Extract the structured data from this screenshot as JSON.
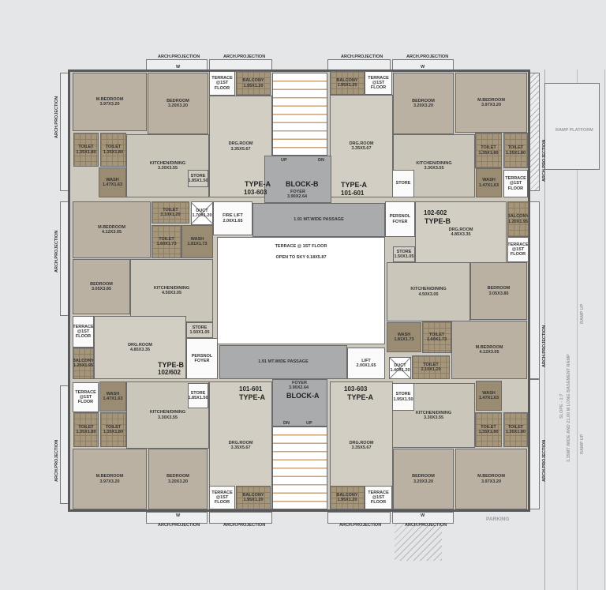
{
  "colors": {
    "bedroom": "#bab1a3",
    "living": "#d2cec3",
    "toilet_tile": "#a5957b",
    "foyer": "#a9abad",
    "terrace": "#fbfbfb",
    "wall": "#5a5a5a",
    "background": "#e4e6e8"
  },
  "projections": {
    "arch": "ARCH.PROJECTION",
    "window": "W"
  },
  "site": {
    "ramp_platform": "RAMP PLATFORM",
    "ramp_up": "RAMP UP",
    "slope": "SLOPE - 1:7",
    "ramp_desc": "3.35MT WIDE AND 21.00 M LONG BASEMENT RAMP",
    "parking": "PARKING"
  },
  "blocks": {
    "b": {
      "name": "BLOCK-B",
      "foyer": "FOYER",
      "foyer_size": "3.90X2.64",
      "up": "UP",
      "dn": "DN"
    },
    "a": {
      "name": "BLOCK-A",
      "foyer": "FOYER",
      "foyer_size": "3.90X2.64",
      "up": "UP",
      "dn": "DN"
    }
  },
  "units": [
    {
      "type": "TYPE-A",
      "number": "103-603"
    },
    {
      "type": "TYPE-A",
      "number": "101-601"
    },
    {
      "type": "TYPE-B",
      "number": "102/602"
    },
    {
      "type": "TYPE-B",
      "number": "102-602"
    },
    {
      "type": "TYPE-A",
      "number": "101-601"
    },
    {
      "type": "TYPE-A",
      "number": "103-603"
    }
  ],
  "rooms": [
    {
      "name": "M.BEDROOM",
      "size": "3.97X3.20",
      "kind": "bed"
    },
    {
      "name": "BEDROOM",
      "size": "3.20X3.20",
      "kind": "bed"
    },
    {
      "name": "TERRACE @1ST FLOOR",
      "size": "",
      "kind": "white"
    },
    {
      "name": "BALCONY",
      "size": "1.95X1.20",
      "kind": "tile"
    },
    {
      "name": "DRG.ROOM",
      "size": "3.35X5.67",
      "kind": "light"
    },
    {
      "name": "TOILET",
      "size": "1.35X1.80",
      "kind": "tile"
    },
    {
      "name": "TOILET",
      "size": "1.35X1.80",
      "kind": "tile"
    },
    {
      "name": "WASH",
      "size": "1.47X1.63",
      "kind": "wash"
    },
    {
      "name": "KITCHEN/DINING",
      "size": "3.30X3.55",
      "kind": "kitchen"
    },
    {
      "name": "STORE",
      "size": "1.85X1.50",
      "kind": "light"
    },
    {
      "name": "BALCONY",
      "size": "1.95X1.20",
      "kind": "tile"
    },
    {
      "name": "TERRACE @1ST FLOOR",
      "size": "",
      "kind": "white"
    },
    {
      "name": "BEDROOM",
      "size": "3.20X3.20",
      "kind": "bed"
    },
    {
      "name": "M.BEDROOM",
      "size": "3.97X3.20",
      "kind": "bed"
    },
    {
      "name": "DRG.ROOM",
      "size": "3.35X5.67",
      "kind": "light"
    },
    {
      "name": "TOILET",
      "size": "1.35X1.80",
      "kind": "tile"
    },
    {
      "name": "TOILET",
      "size": "1.35X1.80",
      "kind": "tile"
    },
    {
      "name": "WASH",
      "size": "1.47X1.63",
      "kind": "wash"
    },
    {
      "name": "TERRACE @1ST FLOOR",
      "size": "",
      "kind": "white"
    },
    {
      "name": "KITCHEN/DINING",
      "size": "3.30X3.55",
      "kind": "kitchen"
    },
    {
      "name": "STORE",
      "size": "",
      "kind": "white"
    },
    {
      "name": "M.BEDROOM",
      "size": "4.12X3.05",
      "kind": "bed"
    },
    {
      "name": "TOILET",
      "size": "2.10X1.20",
      "kind": "tile"
    },
    {
      "name": "DUCT",
      "size": "1.70X1.20",
      "kind": "duct"
    },
    {
      "name": "TOILET",
      "size": "1.60X1.73",
      "kind": "tile"
    },
    {
      "name": "WASH",
      "size": "1.81X1.73",
      "kind": "wash"
    },
    {
      "name": "FIRE LIFT",
      "size": "2.00X1.65",
      "kind": "white"
    },
    {
      "name": "BEDROOM",
      "size": "3.05X3.85",
      "kind": "bed"
    },
    {
      "name": "KITCHEN/DINING",
      "size": "4.50X3.05",
      "kind": "kitchen"
    },
    {
      "name": "TERRACE @1ST FLOOR",
      "size": "",
      "kind": "white"
    },
    {
      "name": "BALCONY",
      "size": "1.20X1.95",
      "kind": "tile"
    },
    {
      "name": "DRG.ROOM",
      "size": "4.85X3.35",
      "kind": "light"
    },
    {
      "name": "STORE",
      "size": "1.50X1.05",
      "kind": "light"
    },
    {
      "name": "PERSNOL FOYER",
      "size": "",
      "kind": "white"
    },
    {
      "name": "1.91 MT.WIDE PASSAGE",
      "size": "",
      "kind": "gray"
    },
    {
      "name": "TERRACE @ 1ST FLOOR",
      "size": "OPEN TO SKY 9.18X5.87",
      "kind": "sky"
    },
    {
      "name": "1.91 MT.WIDE PASSAGE",
      "size": "",
      "kind": "gray"
    },
    {
      "name": "LIFT",
      "size": "2.00X1.65",
      "kind": "white"
    },
    {
      "name": "PERSNOL FOYER",
      "size": "",
      "kind": "white"
    },
    {
      "name": "DRG.ROOM",
      "size": "4.85X3.35",
      "kind": "light"
    },
    {
      "name": "BALCONY",
      "size": "1.20X1.95",
      "kind": "tile"
    },
    {
      "name": "TERRACE @1ST FLOOR",
      "size": "",
      "kind": "white"
    },
    {
      "name": "STORE",
      "size": "1.50X1.05",
      "kind": "light"
    },
    {
      "name": "KITCHEN/DINING",
      "size": "4.50X3.05",
      "kind": "kitchen"
    },
    {
      "name": "BEDROOM",
      "size": "3.05X3.85",
      "kind": "bed"
    },
    {
      "name": "WASH",
      "size": "1.81X1.73",
      "kind": "wash"
    },
    {
      "name": "TOILET",
      "size": "1.60X1.73",
      "kind": "tile"
    },
    {
      "name": "M.BEDROOM",
      "size": "4.12X3.05",
      "kind": "bed"
    },
    {
      "name": "DUCT",
      "size": "1.40X1.20",
      "kind": "duct"
    },
    {
      "name": "TOILET",
      "size": "2.10X1.20",
      "kind": "tile"
    },
    {
      "name": "TERRACE @1ST FLOOR",
      "size": "",
      "kind": "white"
    },
    {
      "name": "WASH",
      "size": "1.47X1.63",
      "kind": "wash"
    },
    {
      "name": "TOILET",
      "size": "1.35X1.80",
      "kind": "tile"
    },
    {
      "name": "TOILET",
      "size": "1.35X1.80",
      "kind": "tile"
    },
    {
      "name": "KITCHEN/DINING",
      "size": "3.30X3.55",
      "kind": "kitchen"
    },
    {
      "name": "STORE",
      "size": "1.85X1.50",
      "kind": "white"
    },
    {
      "name": "DRG.ROOM",
      "size": "3.35X5.67",
      "kind": "light"
    },
    {
      "name": "M.BEDROOM",
      "size": "3.97X3.20",
      "kind": "bed"
    },
    {
      "name": "BEDROOM",
      "size": "3.20X3.20",
      "kind": "bed"
    },
    {
      "name": "TERRACE @1ST FLOOR",
      "size": "",
      "kind": "white"
    },
    {
      "name": "BALCONY",
      "size": "1.95X1.20",
      "kind": "tile"
    },
    {
      "name": "DRG.ROOM",
      "size": "3.35X5.67",
      "kind": "light"
    },
    {
      "name": "BALCONY",
      "size": "1.95X1.20",
      "kind": "tile"
    },
    {
      "name": "TERRACE @1ST FLOOR",
      "size": "",
      "kind": "white"
    },
    {
      "name": "KITCHEN/DINING",
      "size": "3.30X3.55",
      "kind": "kitchen"
    },
    {
      "name": "STORE",
      "size": "1.95X1.50",
      "kind": "white"
    },
    {
      "name": "WASH",
      "size": "1.47X1.63",
      "kind": "wash"
    },
    {
      "name": "TOILET",
      "size": "1.35X1.80",
      "kind": "tile"
    },
    {
      "name": "TOILET",
      "size": "1.35X1.80",
      "kind": "tile"
    },
    {
      "name": "BEDROOM",
      "size": "3.20X3.20",
      "kind": "bed"
    },
    {
      "name": "M.BEDROOM",
      "size": "3.97X3.20",
      "kind": "bed"
    }
  ]
}
